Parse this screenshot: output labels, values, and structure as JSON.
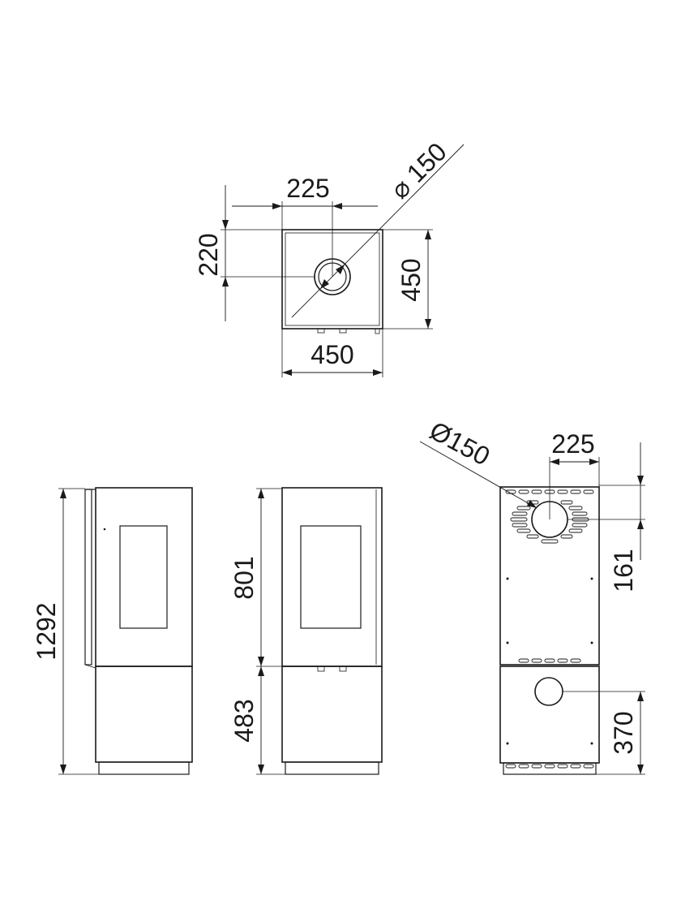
{
  "top_view": {
    "width_label": "450",
    "depth_label": "450",
    "flue_offset_x_label": "225",
    "flue_offset_y_label": "220",
    "flue_diameter_label": "⌀ 150"
  },
  "side_view": {
    "height_label": "1292"
  },
  "front_view": {
    "upper_height_label": "801",
    "lower_height_label": "483"
  },
  "rear_view": {
    "flue_diameter_label": "Ø150",
    "flue_offset_x_label": "225",
    "flue_offset_top_label": "161",
    "rear_inlet_height_label": "370"
  }
}
